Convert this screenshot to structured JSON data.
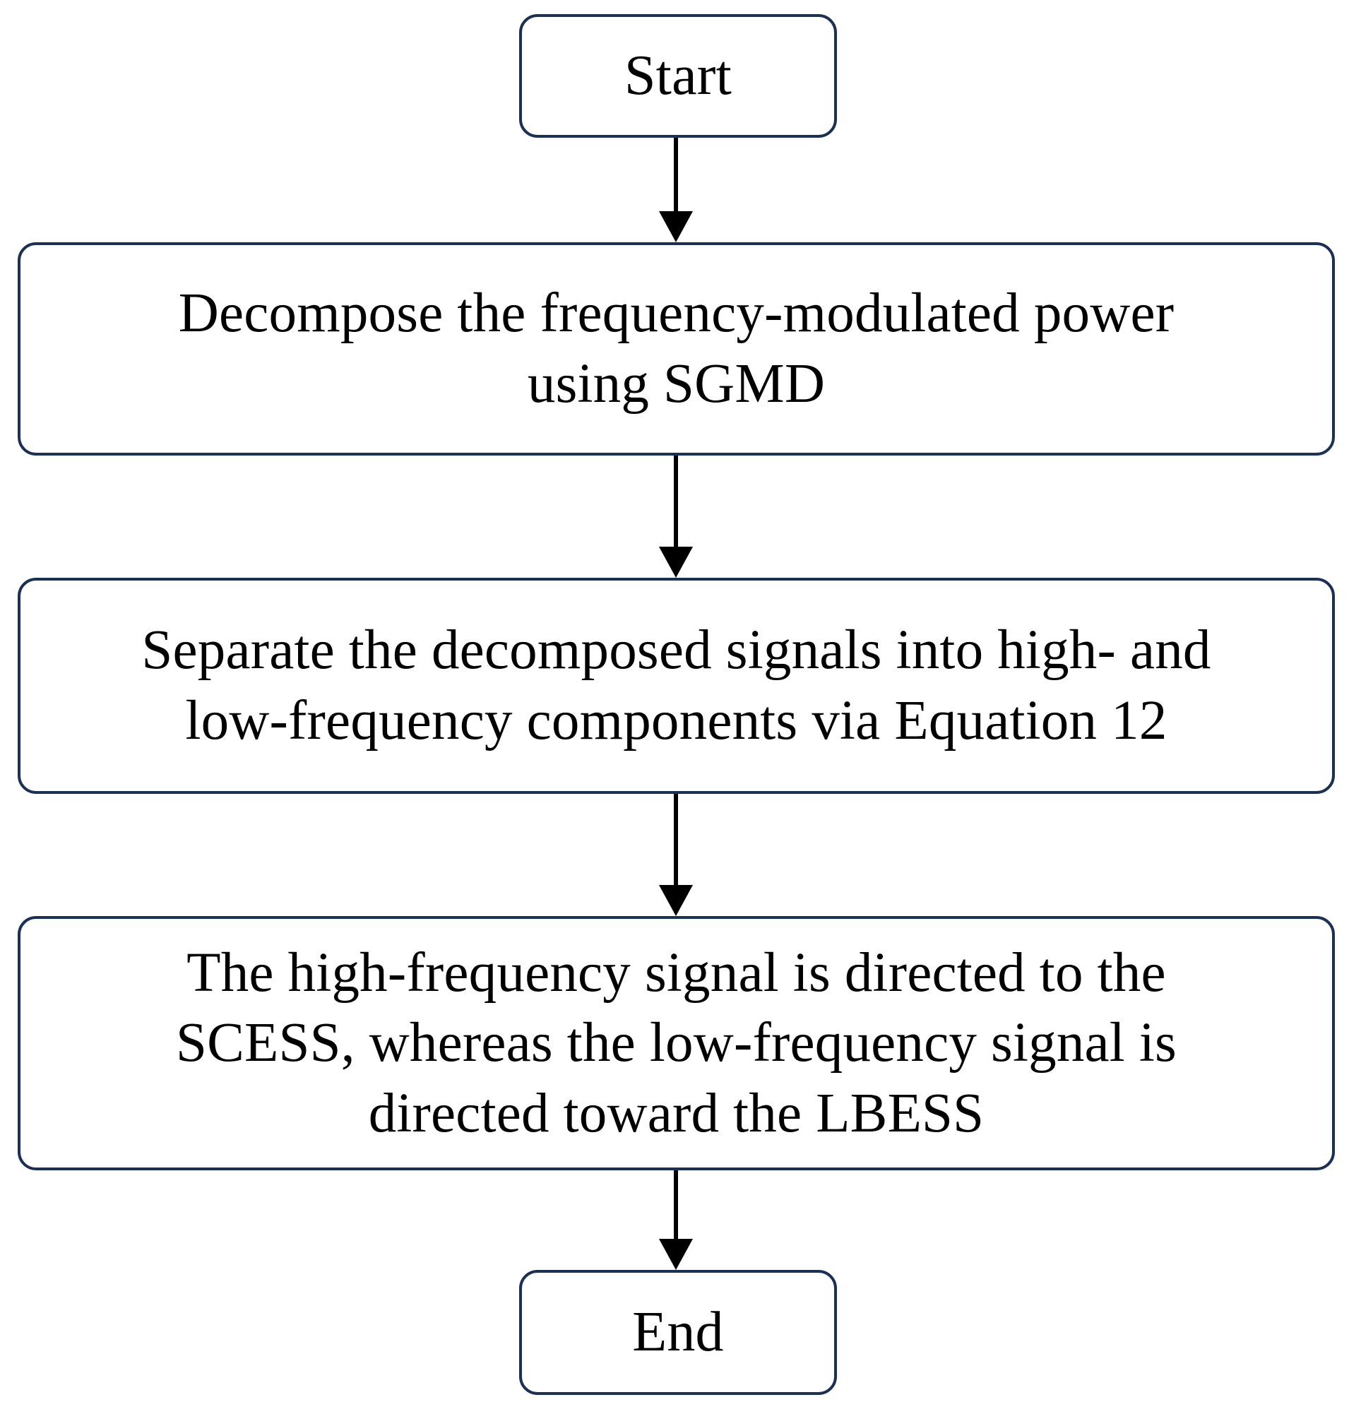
{
  "diagram": {
    "type": "flowchart",
    "orientation": "top-to-bottom",
    "colors": {
      "node_border": "#1a3057",
      "node_fill": "#ffffff",
      "text": "#000000",
      "arrow": "#000000",
      "background": "#ffffff"
    },
    "nodes": [
      {
        "id": "start",
        "shape": "rounded-rectangle",
        "kind": "terminal",
        "label": "Start"
      },
      {
        "id": "decompose",
        "shape": "rounded-rectangle",
        "kind": "process",
        "label": "Decompose the frequency-modulated power\nusing SGMD"
      },
      {
        "id": "separate",
        "shape": "rounded-rectangle",
        "kind": "process",
        "label": "Separate the decomposed signals into high- and\nlow-frequency components via Equation 12"
      },
      {
        "id": "route",
        "shape": "rounded-rectangle",
        "kind": "process",
        "label": "The high-frequency signal is directed to the\nSCESS, whereas the low-frequency signal is\ndirected toward the LBESS"
      },
      {
        "id": "end",
        "shape": "rounded-rectangle",
        "kind": "terminal",
        "label": "End"
      }
    ],
    "edges": [
      {
        "id": "edge-1",
        "from": "start",
        "to": "decompose",
        "style": "solid-arrow",
        "label": ""
      },
      {
        "id": "edge-2",
        "from": "decompose",
        "to": "separate",
        "style": "solid-arrow",
        "label": ""
      },
      {
        "id": "edge-3",
        "from": "separate",
        "to": "route",
        "style": "solid-arrow",
        "label": ""
      },
      {
        "id": "edge-4",
        "from": "route",
        "to": "end",
        "style": "solid-arrow",
        "label": ""
      }
    ]
  }
}
